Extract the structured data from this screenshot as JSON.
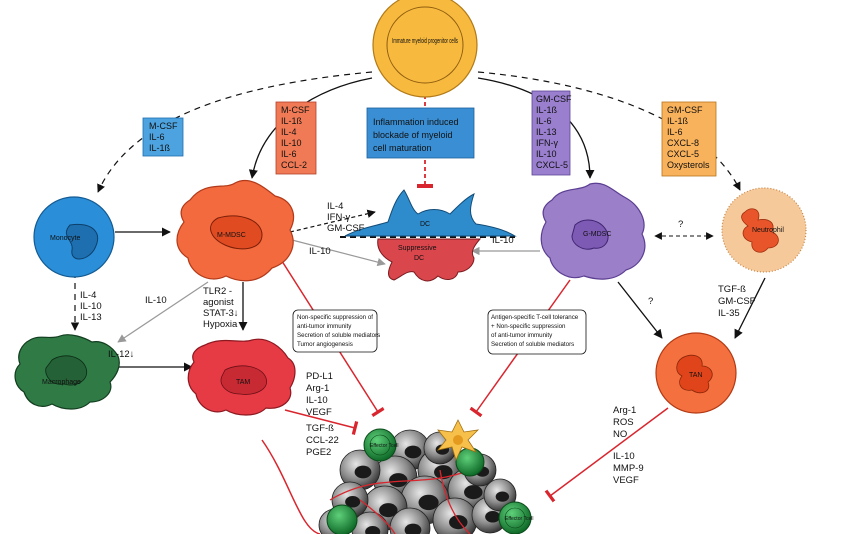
{
  "cells": {
    "progenitor": "Immature myeloid progenitor cells",
    "monocyte": "Monocyte",
    "m_mdsc": "M-MDSC",
    "dc": "DC",
    "suppressive_dc": [
      "Suppressive",
      "DC"
    ],
    "g_mdsc": "G-MDSC",
    "neutrophil": "Neutrophil",
    "macrophage": "Macrophage",
    "tam": "TAM",
    "tan": "TAN",
    "effector_tcell": "Effector Tcell"
  },
  "boxes": {
    "blue_left": [
      "M-CSF",
      "IL-6",
      "IL-1ß"
    ],
    "red": [
      "M-CSF",
      "IL-1ß",
      "IL-4",
      "IL-10",
      "IL-6",
      "CCL-2"
    ],
    "center": [
      "Inflammation induced",
      "blockade of myeloid",
      "cell maturation"
    ],
    "purple": [
      "GM-CSF",
      "IL-1ß",
      "IL-6",
      "IL-13",
      "IFN-γ",
      "IL-10",
      "CXCL-5"
    ],
    "orange": [
      "GM-CSF",
      "IL-1ß",
      "IL-6",
      "CXCL-8",
      "CXCL-5",
      "Oxysterols"
    ]
  },
  "labels": {
    "to_dc": [
      "IL-4",
      "IFN-γ",
      "GM-CSF"
    ],
    "mmdsc_il10": "IL-10",
    "gmdsc_il10": "IL-10",
    "mono_to_macro": [
      "IL-4",
      "IL-10",
      "IL-13"
    ],
    "il10_macro": "IL-10",
    "il12": "IL-12↓",
    "tam_inducers": [
      "TLR2 -",
      "agonist",
      "STAT-3↓",
      "Hypoxia"
    ],
    "tam_factors": [
      "PD-L1",
      "Arg-1",
      "IL-10",
      "VEGF"
    ],
    "tam_factors2": [
      "TGF-ß",
      "CCL-22",
      "PGE2"
    ],
    "neutro_to_tan": [
      "TGF-ß",
      "GM-CSF",
      "IL-35"
    ],
    "tan_factors": [
      "Arg-1",
      "ROS",
      "NO"
    ],
    "tan_factors2": [
      "IL-10",
      "MMP-9",
      "VEGF"
    ],
    "q1": "?",
    "q2": "?"
  },
  "notes": {
    "mmdsc": [
      "Non-specific suppression of",
      "anti-tumor immunity",
      "Secretion of soluble mediators",
      "Tumor angiogenesis"
    ],
    "gmdsc": [
      "Antigen-specific T-cell tolerance",
      "+ Non-specific suppression",
      "of anti-tumor immunity",
      "Secretion of soluble mediators"
    ]
  },
  "colors": {
    "progenitor": "#f7b93e",
    "monocyte": "#2a8fd8",
    "m_mdsc": "#f26a3d",
    "dc_blue": "#2f8ccc",
    "dc_red": "#d9474d",
    "g_mdsc": "#9b7fc8",
    "neutrophil": "#f6c99a",
    "macrophage": "#2f7a45",
    "tam": "#e63b45",
    "tan": "#f4703e",
    "effector": "#1f8a3a",
    "inhibit": "#d9262e"
  }
}
